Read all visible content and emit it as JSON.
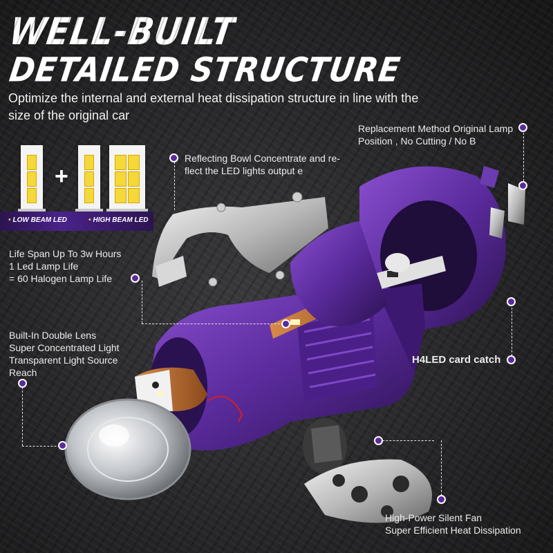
{
  "header": {
    "title_line1": "WELL-BUILT",
    "title_line2": "DETAILED STRUCTURE",
    "subtitle": "Optimize the internal and external heat dissipation structure in line with the size of the original car"
  },
  "badges": {
    "low_beam": "LOW BEAM LED",
    "high_beam": "HIGH BEAM LED",
    "plus": "+"
  },
  "callouts": {
    "replacement": "Replacement Method Original Lamp Position , No Cutting /  No B",
    "reflecting_bowl": "Reflecting Bowl Concentrate and re- flect the LED lights output e",
    "life_span_1": "Life Span Up To 3w Hours",
    "life_span_2": "1 Led Lamp Life",
    "life_span_3": "= 60 Halogen Lamp Life",
    "lens_1": "Built-In Double Lens",
    "lens_2": "Super Concentrated Light",
    "lens_3": "Transparent Light Source",
    "lens_4": "Reach",
    "card_catch": "H4LED card catch",
    "fan_1": "High-Power Silent Fan",
    "fan_2": "Super Efficient Heat Dissipation"
  },
  "colors": {
    "accent_purple": "#5a2b9c",
    "led_yellow": "#f5d83a",
    "background": "#2a2a2c"
  }
}
